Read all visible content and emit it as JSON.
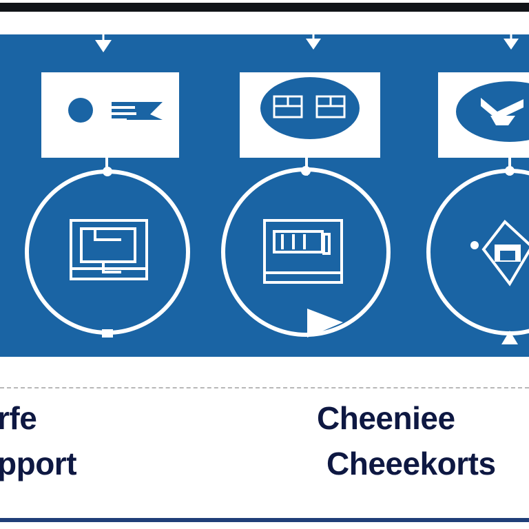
{
  "captions": {
    "left": [
      "rfe",
      "pport"
    ],
    "right": [
      "Cheeniee",
      "Cheeekorts"
    ]
  },
  "colors": {
    "panel_blue": "#1a64a4",
    "icon_white": "#ffffff",
    "caption_navy": "#0e1842",
    "top_rule": "#111418",
    "bottom_rule": "#1f3e78"
  },
  "icons": [
    "down-arrow-icon",
    "person-chat-icon",
    "document-panels-icon",
    "envelope-check-icon",
    "floorplan-icon",
    "window-control-icon",
    "direction-pin-icon"
  ]
}
